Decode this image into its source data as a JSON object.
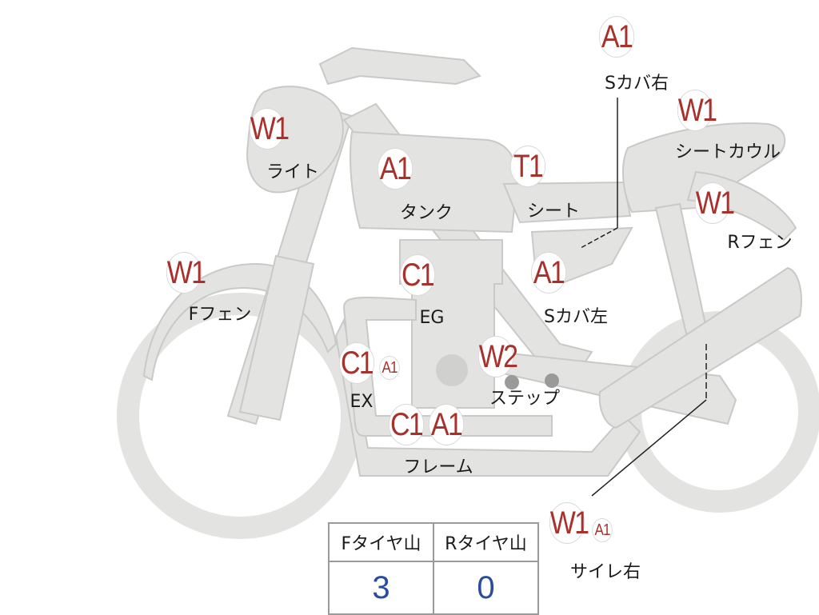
{
  "parts": [
    {
      "id": "light",
      "code": "W1",
      "label": "ライト"
    },
    {
      "id": "tank",
      "code": "A1",
      "label": "タンク"
    },
    {
      "id": "seat",
      "code": "T1",
      "label": "シート"
    },
    {
      "id": "s-cover-right",
      "code": "A1",
      "label": "Sカバ右"
    },
    {
      "id": "seat-cowl",
      "code": "W1",
      "label": "シートカウル"
    },
    {
      "id": "r-fender",
      "code": "W1",
      "label": "Rフェン"
    },
    {
      "id": "f-fender",
      "code": "W1",
      "label": "Fフェン"
    },
    {
      "id": "engine",
      "code": "C1",
      "label": "EG"
    },
    {
      "id": "s-cover-left",
      "code": "A1",
      "label": "Sカバ左"
    },
    {
      "id": "exhaust",
      "code": "C1",
      "code2": "A1",
      "label": "EX"
    },
    {
      "id": "step",
      "code": "W2",
      "label": "ステップ"
    },
    {
      "id": "frame",
      "code": "C1",
      "code2": "A1",
      "label": "フレーム"
    },
    {
      "id": "silencer-right",
      "code": "W1",
      "code2": "A1",
      "label": "サイレ右"
    }
  ],
  "tire_table": {
    "headers": [
      "Fタイヤ山",
      "Rタイヤ山"
    ],
    "values": [
      "3",
      "0"
    ]
  },
  "colors": {
    "body_fill": "#e3e3e1",
    "body_stroke": "#c9c9c7",
    "badge_text": "#a8312c",
    "value_text": "#2a4c9e"
  }
}
